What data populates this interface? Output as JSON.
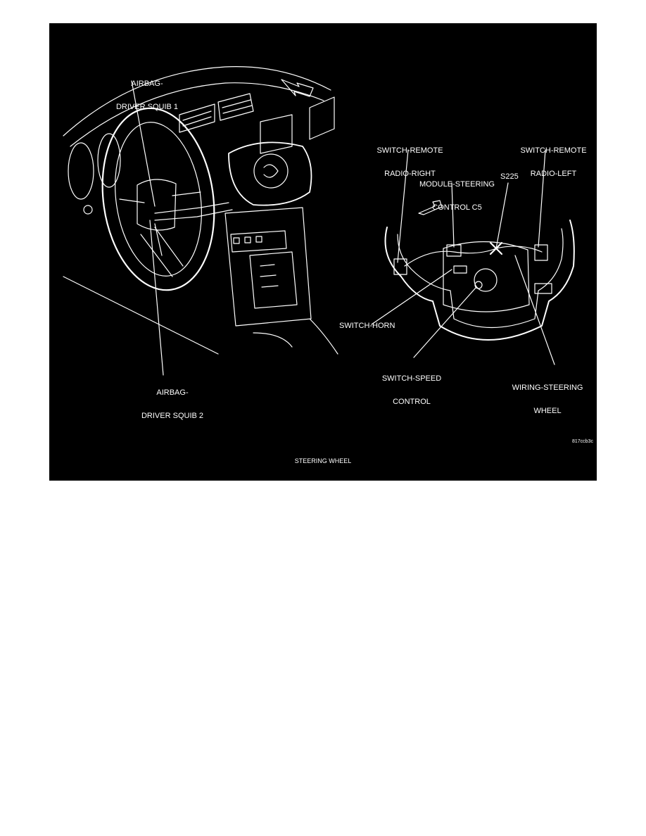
{
  "figure": {
    "caption": "STEERING WHEEL",
    "code": "817ccb3c",
    "background": "#000000",
    "line_color": "#ffffff"
  },
  "callouts": {
    "airbag_squib_1": {
      "line1": "AIRBAG-",
      "line2": "DRIVER SQUIB 1"
    },
    "airbag_squib_2": {
      "line1": "AIRBAG-",
      "line2": "DRIVER SQUIB 2"
    },
    "switch_remote_radio_right": {
      "line1": "SWITCH-REMOTE",
      "line2": "RADIO-RIGHT"
    },
    "switch_remote_radio_left": {
      "line1": "SWITCH-REMOTE",
      "line2": "RADIO-LEFT"
    },
    "module_steering_control": {
      "line1": "MODULE-STEERING",
      "line2": "CONTROL C5"
    },
    "splice_s225": {
      "text": "S225"
    },
    "switch_horn": {
      "text": "SWITCH-HORN"
    },
    "switch_speed_control": {
      "line1": "SWITCH-SPEED",
      "line2": "CONTROL"
    },
    "wiring_steering_wheel": {
      "line1": "WIRING-STEERING",
      "line2": "WHEEL"
    }
  }
}
